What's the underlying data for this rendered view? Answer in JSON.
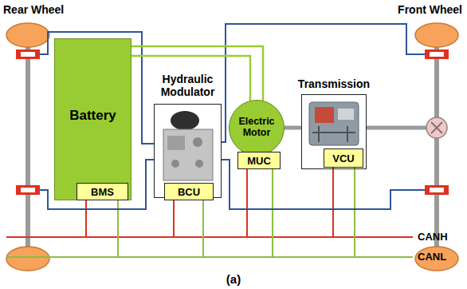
{
  "diagram": {
    "caption": "(a)",
    "nodes": [
      {
        "text": [
          "Battery"
        ]
      },
      {
        "text": [
          "BMS"
        ],
        "in": 0
      },
      {
        "text": [
          "Hydraulic Modulator"
        ]
      },
      {
        "text": [
          "BCU"
        ],
        "in": 2
      },
      {
        "text": [
          "Electric Motor"
        ]
      },
      {
        "text": [
          "MUC"
        ]
      },
      {
        "text": [
          "Transmission"
        ]
      },
      {
        "text": [
          "VCU"
        ],
        "in": 6
      }
    ],
    "edges": [
      {
        "from": 0,
        "to": 4,
        "arrow": "none"
      },
      {
        "from": 0,
        "to": 4,
        "arrow": "none"
      },
      {
        "from": 4,
        "to": 6,
        "arrow": "none"
      }
    ],
    "labels": [
      "Rear Wheel",
      "Front Wheel",
      "CANH",
      "CANL"
    ]
  }
}
